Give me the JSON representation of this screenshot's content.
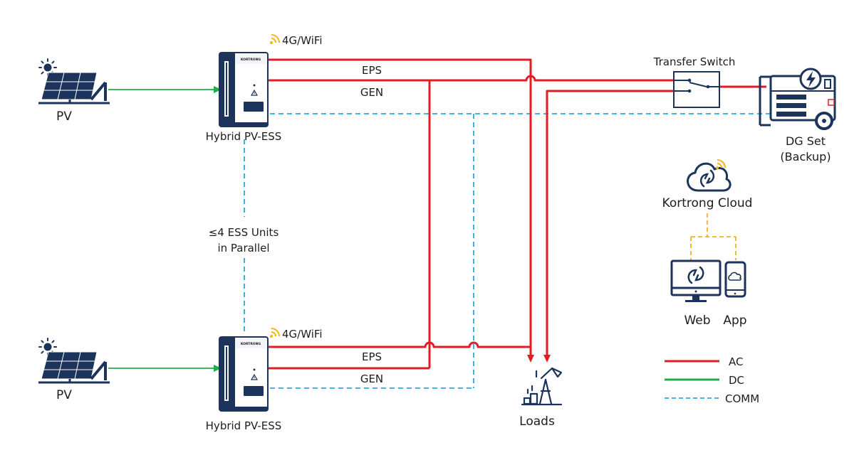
{
  "colors": {
    "ac": "#e31d25",
    "dc": "#1fae4b",
    "comm": "#29a8e0",
    "cloud_link": "#f6b41a",
    "navy": "#1c335c",
    "sun": "#1c335c",
    "wifi": "#f6b41a",
    "text": "#1d1d1d"
  },
  "labels": {
    "pv_top": "PV",
    "pv_bottom": "PV",
    "ess_top": "Hybrid PV-ESS",
    "ess_bottom": "Hybrid PV-ESS",
    "wifi_top": "4G/WiFi",
    "wifi_bottom": "4G/WiFi",
    "eps_top": "EPS",
    "gen_top": "GEN",
    "eps_bottom": "EPS",
    "gen_bottom": "GEN",
    "parallel_line1": "≤4 ESS Units",
    "parallel_line2": "in Parallel",
    "transfer_switch": "Transfer Switch",
    "dg_line1": "DG Set",
    "dg_line2": "(Backup)",
    "cloud": "Kortrong Cloud",
    "web": "Web",
    "app": "App",
    "loads": "Loads",
    "cabinet_brand": "KORTRONG"
  },
  "legend": [
    {
      "label": "AC",
      "style": "ac"
    },
    {
      "label": "DC",
      "style": "dc"
    },
    {
      "label": "COMM",
      "style": "comm"
    }
  ],
  "icons": {
    "pv": "solar-panel-icon",
    "sun": "sun-icon",
    "ess": "ess-cabinet-icon",
    "wifi": "wifi-signal-icon",
    "switch": "transfer-switch-icon",
    "generator": "generator-icon",
    "cloud": "cloud-icon",
    "monitor": "monitor-icon",
    "phone": "phone-icon",
    "loads": "pumpjack-icon"
  }
}
